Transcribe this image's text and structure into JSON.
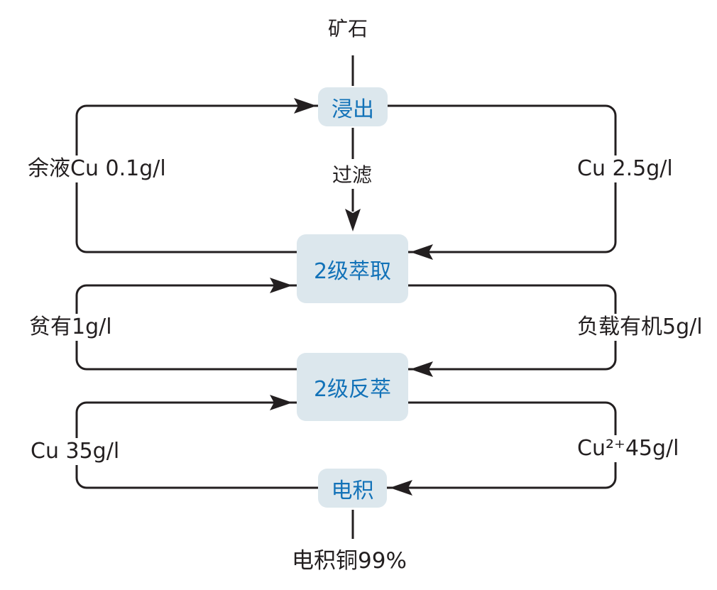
{
  "diagram": {
    "source_label": "矿石",
    "nodes": [
      {
        "id": "leaching",
        "label": "浸出"
      },
      {
        "id": "extraction",
        "label": "2级萃取"
      },
      {
        "id": "stripping",
        "label": "2级反萃"
      },
      {
        "id": "electrowinning",
        "label": "电积"
      }
    ],
    "stream_labels": {
      "filter": "过滤",
      "raffinate": "余液Cu 0.1g/l",
      "leach_solution": "Cu 2.5g/l",
      "lean_organic": "贫有1g/l",
      "loaded_organic": "负载有机5g/l",
      "spent_electrolyte": "Cu 35g/l",
      "rich_electrolyte": "Cu²⁺45g/l",
      "product": "电积铜99%"
    },
    "colors": {
      "node_fill": "#dce7ed",
      "node_text": "#1272b8",
      "line": "#231f20",
      "background": "#ffffff"
    }
  }
}
